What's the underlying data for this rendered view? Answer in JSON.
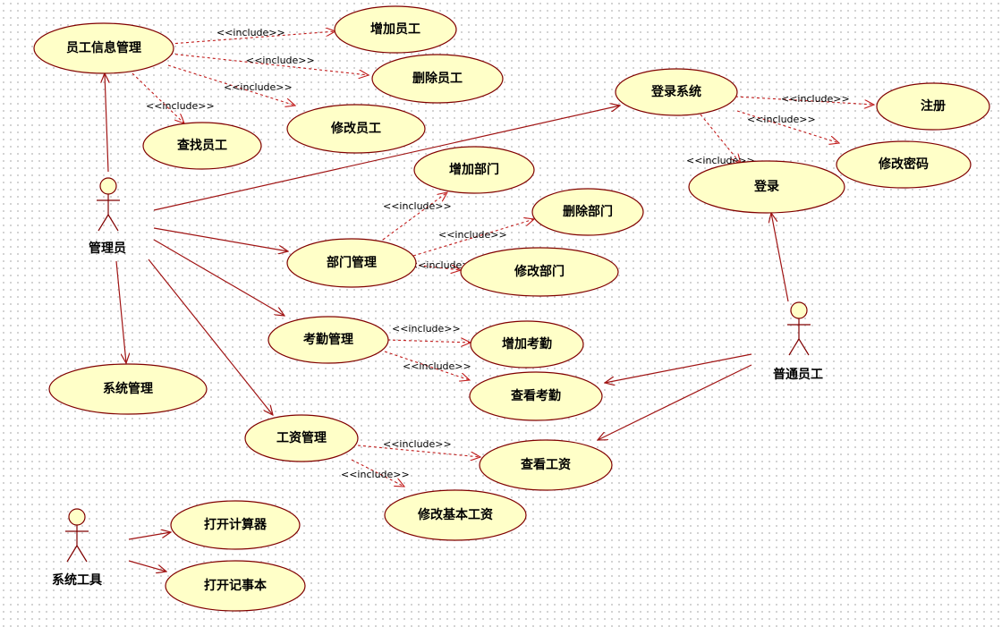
{
  "stereotype": "<<include>>",
  "actors": {
    "admin": "管理员",
    "employee": "普通员工",
    "tools": "系统工具"
  },
  "usecases": {
    "emp_info": "员工信息管理",
    "add_emp": "增加员工",
    "del_emp": "删除员工",
    "edit_emp": "修改员工",
    "find_emp": "查找员工",
    "login_sys": "登录系统",
    "register": "注册",
    "change_pwd": "修改密码",
    "login": "登录",
    "add_dept": "增加部门",
    "del_dept": "删除部门",
    "dept_mgmt": "部门管理",
    "edit_dept": "修改部门",
    "attend_mgmt": "考勤管理",
    "add_attend": "增加考勤",
    "view_attend": "查看考勤",
    "sys_mgmt": "系统管理",
    "salary_mgmt": "工资管理",
    "view_salary": "查看工资",
    "edit_base_salary": "修改基本工资",
    "open_calc": "打开计算器",
    "open_notepad": "打开记事本"
  },
  "colors": {
    "usecase_fill": "#ffffc8",
    "usecase_stroke": "#800000",
    "association": "#a01414",
    "include": "#c01a1a"
  }
}
